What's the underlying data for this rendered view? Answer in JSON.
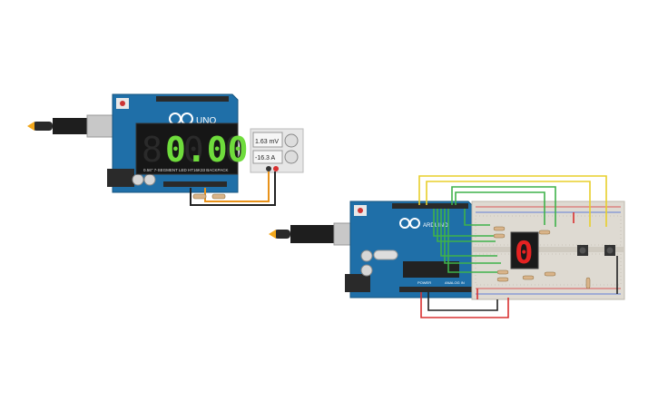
{
  "circuit_a": {
    "arduino_logo": "UNO",
    "display": {
      "digits": "8.0.0.0",
      "value": "0.00",
      "label": "0.56\" 7-SEGMENT LED HT16K33 BACKPACK"
    },
    "multimeter": {
      "reading_1": "1.63 mV",
      "reading_2": "-16.3 A"
    }
  },
  "circuit_b": {
    "arduino_logo": "ARDUINO",
    "seven_segment_digit": "0",
    "power_label": "POWER",
    "analog_label": "ANALOG IN"
  },
  "colors": {
    "board_blue": "#1f6fa8",
    "breadboard": "#dedad2",
    "lcd_green": "#6fdc3c",
    "led_red": "#e52222",
    "wire_yellow": "#e8cf2a",
    "wire_green": "#3fb24a",
    "wire_red": "#d83030",
    "wire_orange": "#e8921a",
    "wire_black": "#222222"
  }
}
